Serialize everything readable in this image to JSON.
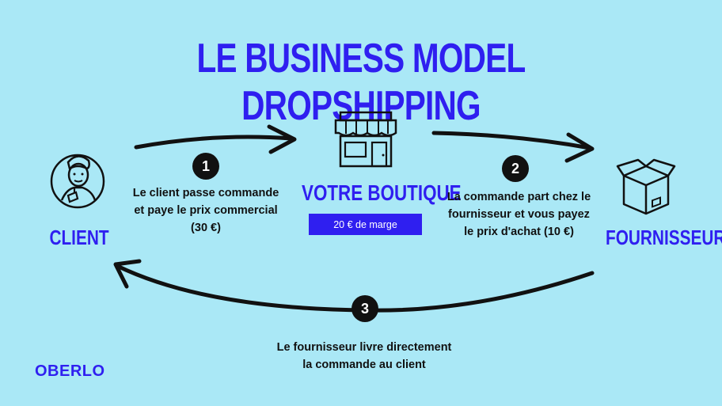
{
  "title": "LE BUSINESS MODEL DROPSHIPPING",
  "nodes": {
    "client": {
      "label": "CLIENT",
      "icon": "customer-icon"
    },
    "boutique": {
      "label": "VOTRE BOUTIQUE",
      "icon": "storefront-icon",
      "badge": "20 € de marge"
    },
    "fournisseur": {
      "label": "FOURNISSEUR",
      "icon": "box-icon"
    }
  },
  "steps": [
    {
      "number": "1",
      "text_lines": [
        "Le client passe commande",
        "et paye le prix commercial",
        "(30 €)"
      ]
    },
    {
      "number": "2",
      "text_lines": [
        "La commande part chez le",
        "fournisseur et vous payez",
        "le prix d'achat (10 €)"
      ]
    },
    {
      "number": "3",
      "text_lines": [
        "Le fournisseur livre directement",
        "la commande au client"
      ]
    }
  ],
  "brand": {
    "logo": "OBERLO"
  },
  "colors": {
    "background": "#aae8f6",
    "accent": "#2f1ff0",
    "ink": "#111111"
  }
}
